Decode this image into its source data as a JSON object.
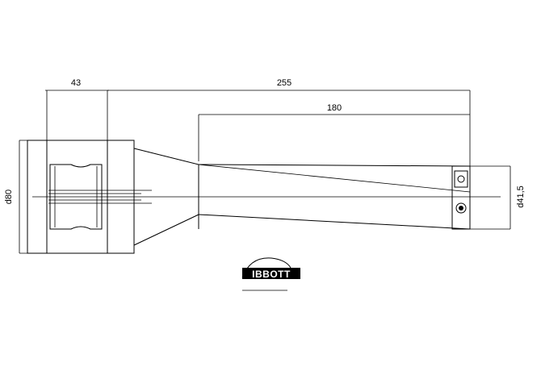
{
  "dimensions": {
    "shank_length": "43",
    "overall_length": "255",
    "cone_length": "180",
    "shank_diameter": "d80",
    "tip_diameter": "d41,5"
  },
  "logo": {
    "text": "IBBOTT"
  }
}
